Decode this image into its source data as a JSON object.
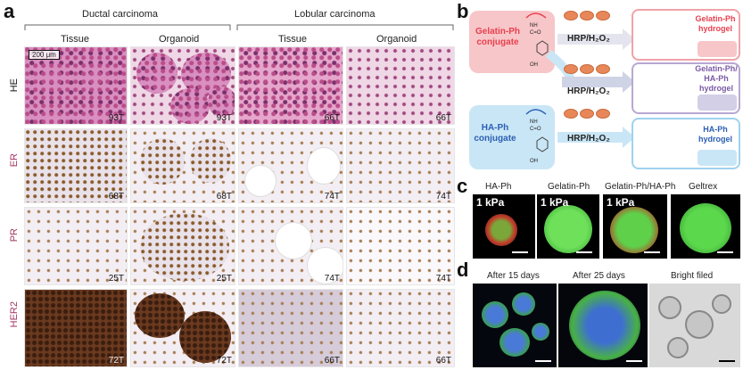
{
  "panels": {
    "a": "a",
    "b": "b",
    "c": "c",
    "d": "d"
  },
  "panel_a": {
    "groups": [
      "Ductal carcinoma",
      "Lobular carcinoma"
    ],
    "columns": [
      "Tissue",
      "Organoid",
      "Tissue",
      "Organoid"
    ],
    "rows": [
      "HE",
      "ER",
      "PR",
      "HER2"
    ],
    "scale_label": "200 μm",
    "ids": [
      [
        "93T",
        "93T",
        "66T",
        "66T"
      ],
      [
        "68T",
        "68T",
        "74T",
        "74T"
      ],
      [
        "25T",
        "25T",
        "74T",
        "74T"
      ],
      [
        "72T",
        "72T",
        "66T",
        "66T"
      ]
    ]
  },
  "panel_b": {
    "gelatin_conj": "Gelatin-Ph conjugate",
    "ha_conj": "HA-Ph conjugate",
    "reagent": "HRP/H₂O₂",
    "hydrogels": [
      "Gelatin-Ph hydrogel",
      "Gelatin-Ph/ HA-Ph hydrogel",
      "HA-Ph hydrogel"
    ],
    "chem_labels": [
      "NH",
      "C=O",
      "OH"
    ],
    "colors": {
      "gelatin": "#e8404f",
      "ha": "#2b5fb3",
      "mix": "#7b5aa6",
      "gel_box": "#f7c6c8",
      "ha_box": "#c9e6f6"
    }
  },
  "panel_c": {
    "labels": [
      "HA-Ph",
      "Gelatin-Ph",
      "Gelatin-Ph/HA-Ph",
      "Geltrex"
    ],
    "stiffness": [
      "1 kPa",
      "1 kPa",
      "1 kPa",
      ""
    ]
  },
  "panel_d": {
    "labels": [
      "After 15 days",
      "After 25 days",
      "Bright filed"
    ]
  }
}
